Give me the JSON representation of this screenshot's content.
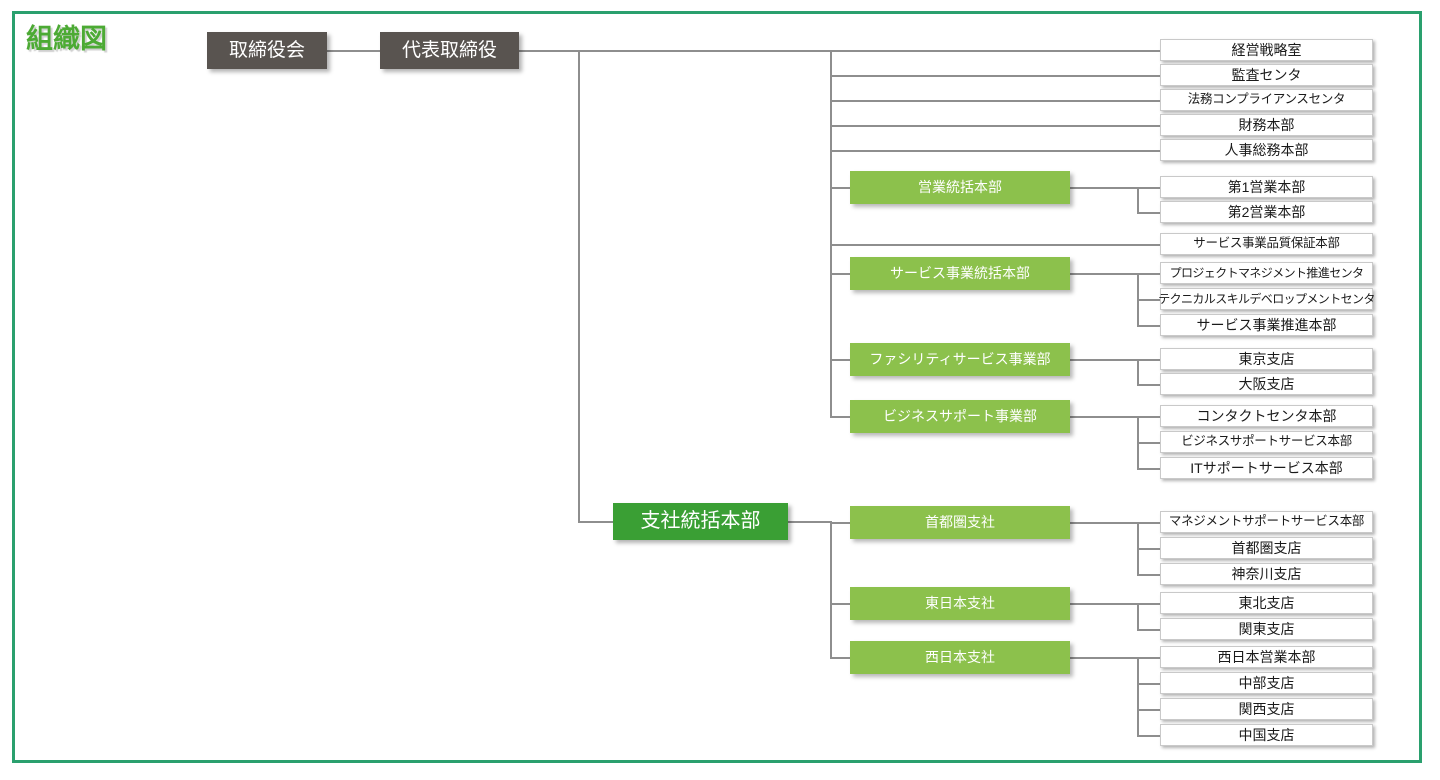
{
  "chart_title": "組織図",
  "theme": {
    "frame_border": "#2aa06e",
    "title_color": "#4caa34",
    "executive_box": "#595450",
    "division_box_dark": "#3a9f34",
    "division_box_light": "#8cc14c",
    "leaf_box": "#ffffff",
    "connector_line": "#8e8e8e"
  },
  "nodes": {
    "board": "取締役会",
    "ceo": "代表取締役",
    "branch_hq": "支社統括本部",
    "sales_hq": "営業統括本部",
    "service_hq": "サービス事業統括本部",
    "facility_div": "ファシリティサービス事業部",
    "bizsupport_div": "ビジネスサポート事業部",
    "metro_branch": "首都圏支社",
    "east_branch": "東日本支社",
    "west_branch": "西日本支社",
    "direct_1": "経営戦略室",
    "direct_2": "監査センタ",
    "direct_3": "法務コンプライアンスセンタ",
    "direct_4": "財務本部",
    "direct_5": "人事総務本部",
    "sales_1": "第1営業本部",
    "sales_2": "第2営業本部",
    "service_qa": "サービス事業品質保証本部",
    "service_1": "プロジェクトマネジメント推進センタ",
    "service_2": "テクニカルスキルデベロップメントセンタ",
    "service_3": "サービス事業推進本部",
    "facility_1": "東京支店",
    "facility_2": "大阪支店",
    "bizsupport_1": "コンタクトセンタ本部",
    "bizsupport_2": "ビジネスサポートサービス本部",
    "bizsupport_3": "ITサポートサービス本部",
    "metro_1": "マネジメントサポートサービス本部",
    "metro_2": "首都圏支店",
    "metro_3": "神奈川支店",
    "east_1": "東北支店",
    "east_2": "関東支店",
    "west_1": "西日本営業本部",
    "west_2": "中部支店",
    "west_3": "関西支店",
    "west_4": "中国支店"
  }
}
